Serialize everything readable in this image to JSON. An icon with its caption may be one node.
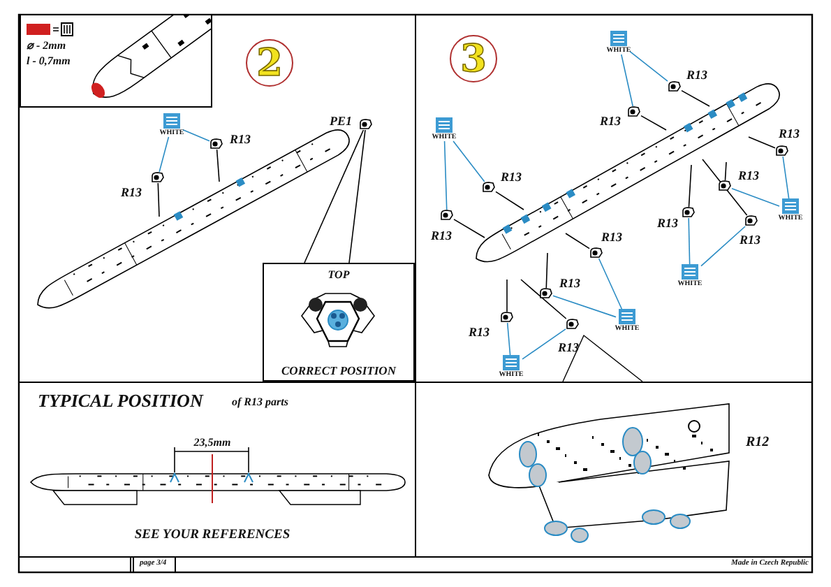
{
  "diagram": {
    "nodes": [
      {
        "text": [
          "⌀ - 2mm",
          "l - 0,7mm"
        ]
      },
      {
        "text": [
          "2"
        ]
      },
      {
        "text": [
          "3"
        ]
      },
      {
        "text": [],
        "shape": "picture",
        "beside": [
          "PE1"
        ]
      },
      {
        "text": [
          "WHITE"
        ]
      },
      {
        "text": [],
        "shape": "picture",
        "beside": [
          "R13"
        ]
      },
      {
        "text": [],
        "shape": "picture",
        "beside": [
          "R13"
        ]
      },
      {
        "text": [
          "TOP",
          "CORRECT POSITION"
        ]
      },
      {
        "text": [
          "WHITE"
        ]
      },
      {
        "text": [],
        "shape": "picture",
        "beside": [
          "R13"
        ]
      },
      {
        "text": [],
        "shape": "picture",
        "beside": [
          "R13"
        ]
      },
      {
        "text": [
          "WHITE"
        ]
      },
      {
        "text": [],
        "shape": "picture",
        "beside": [
          "R13"
        ]
      },
      {
        "text": [],
        "shape": "picture",
        "beside": [
          "R13"
        ]
      },
      {
        "text": [
          "WHITE"
        ]
      },
      {
        "text": [],
        "shape": "picture",
        "beside": [
          "R13"
        ]
      },
      {
        "text": [],
        "shape": "picture",
        "beside": [
          "R13"
        ]
      },
      {
        "text": [
          "WHITE"
        ]
      },
      {
        "text": [],
        "shape": "picture",
        "beside": [
          "R13"
        ]
      },
      {
        "text": [],
        "shape": "picture",
        "beside": [
          "R13"
        ]
      },
      {
        "text": [
          "WHITE"
        ]
      },
      {
        "text": [],
        "shape": "picture",
        "beside": [
          "R13"
        ]
      },
      {
        "text": [],
        "shape": "picture",
        "beside": [
          "R13"
        ]
      },
      {
        "text": [
          "WHITE"
        ]
      },
      {
        "text": [],
        "shape": "picture",
        "beside": [
          "R13"
        ]
      },
      {
        "text": [],
        "shape": "picture",
        "beside": [
          "R13"
        ]
      }
    ],
    "edges": [
      {
        "from": 3,
        "to": 7,
        "arrow": "none",
        "color": "#000000"
      },
      {
        "from": 3,
        "to": 7,
        "arrow": "none",
        "color": "#000000"
      },
      {
        "from": 4,
        "to": 5,
        "arrow": "none",
        "color": "#2b8cc4"
      },
      {
        "from": 4,
        "to": 6,
        "arrow": "none",
        "color": "#2b8cc4"
      },
      {
        "from": 5,
        "to": null,
        "arrow": "none",
        "color": "#000000"
      },
      {
        "from": 6,
        "to": null,
        "arrow": "none",
        "color": "#000000"
      },
      {
        "from": 8,
        "to": 9,
        "arrow": "none",
        "color": "#2b8cc4"
      },
      {
        "from": 8,
        "to": 10,
        "arrow": "none",
        "color": "#2b8cc4"
      },
      {
        "from": 11,
        "to": 12,
        "arrow": "none",
        "color": "#2b8cc4"
      },
      {
        "from": 11,
        "to": 13,
        "arrow": "none",
        "color": "#2b8cc4"
      },
      {
        "from": 14,
        "to": 15,
        "arrow": "none",
        "color": "#2b8cc4"
      },
      {
        "from": 14,
        "to": 16,
        "arrow": "none",
        "color": "#2b8cc4"
      },
      {
        "from": 17,
        "to": 18,
        "arrow": "none",
        "color": "#2b8cc4"
      },
      {
        "from": 17,
        "to": 19,
        "arrow": "none",
        "color": "#2b8cc4"
      },
      {
        "from": 20,
        "to": 21,
        "arrow": "none",
        "color": "#2b8cc4"
      },
      {
        "from": 20,
        "to": 22,
        "arrow": "none",
        "color": "#2b8cc4"
      },
      {
        "from": 23,
        "to": 24,
        "arrow": "none",
        "color": "#2b8cc4"
      },
      {
        "from": 23,
        "to": 25,
        "arrow": "none",
        "color": "#2b8cc4"
      },
      {
        "from": 9,
        "to": null,
        "arrow": "none",
        "color": "#000000"
      },
      {
        "from": 10,
        "to": null,
        "arrow": "none",
        "color": "#000000"
      },
      {
        "from": 12,
        "to": null,
        "arrow": "none",
        "color": "#000000"
      },
      {
        "from": 13,
        "to": null,
        "arrow": "none",
        "color": "#000000"
      },
      {
        "from": 15,
        "to": null,
        "arrow": "none",
        "color": "#000000"
      },
      {
        "from": 16,
        "to": null,
        "arrow": "none",
        "color": "#000000"
      },
      {
        "from": 18,
        "to": null,
        "arrow": "none",
        "color": "#000000"
      },
      {
        "from": 19,
        "to": null,
        "arrow": "none",
        "color": "#000000"
      },
      {
        "from": 21,
        "to": null,
        "arrow": "none",
        "color": "#000000"
      },
      {
        "from": 22,
        "to": null,
        "arrow": "none",
        "color": "#000000"
      },
      {
        "from": 24,
        "to": null,
        "arrow": "none",
        "color": "#000000"
      },
      {
        "from": 25,
        "to": null,
        "arrow": "none",
        "color": "#000000"
      }
    ],
    "labels": [
      "TYPICAL POSITION",
      "of R13 parts",
      "23,5mm",
      "R12",
      "SEE YOUR REFERENCES",
      "page 3/4",
      "Made in Czech Republic"
    ]
  }
}
